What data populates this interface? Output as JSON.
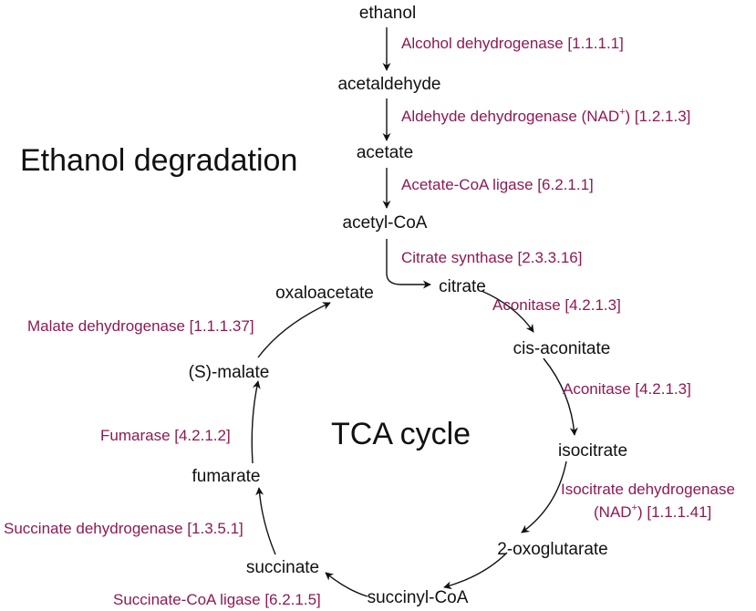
{
  "colors": {
    "metabolite": "#111111",
    "enzyme": "#8e1a52",
    "arrow": "#111111",
    "background": "#ffffff"
  },
  "titles": {
    "ethanol_section": "Ethanol degradation",
    "tca_section": "TCA cycle"
  },
  "metabolites": {
    "ethanol": "ethanol",
    "acetaldehyde": "acetaldehyde",
    "acetate": "acetate",
    "acetyl_coa": "acetyl-CoA",
    "citrate": "citrate",
    "cis_aconitate": "cis-aconitate",
    "isocitrate": "isocitrate",
    "oxoglutarate": "2-oxoglutarate",
    "succinyl_coa": "succinyl-CoA",
    "succinate": "succinate",
    "fumarate": "fumarate",
    "malate": "(S)-malate",
    "oxaloacetate": "oxaloacetate"
  },
  "enzymes": {
    "alcohol_dehydrogenase": "Alcohol dehydrogenase [1.1.1.1]",
    "aldehyde_dehydrogenase": {
      "name": "Aldehyde dehydrogenase (NAD",
      "superscript": "+",
      "ec": ") [1.2.1.3]"
    },
    "acetate_coa_ligase": "Acetate-CoA ligase [6.2.1.1]",
    "citrate_synthase": "Citrate synthase [2.3.3.16]",
    "aconitase_1": "Aconitase [4.2.1.3]",
    "aconitase_2": "Aconitase [4.2.1.3]",
    "isocitrate_dehydrogenase": {
      "line1": "Isocitrate dehydrogenase",
      "line2_prefix": "(NAD",
      "superscript": "+",
      "line2_suffix": ") [1.1.1.41]"
    },
    "succinyl_coa_synthetase": "Succinate-CoA ligase [6.2.1.5]",
    "succinate_dehydrogenase": "Succinate dehydrogenase [1.3.5.1]",
    "fumarase": "Fumarase [4.2.1.2]",
    "malate_dehydrogenase": "Malate dehydrogenase [1.1.1.37]"
  }
}
